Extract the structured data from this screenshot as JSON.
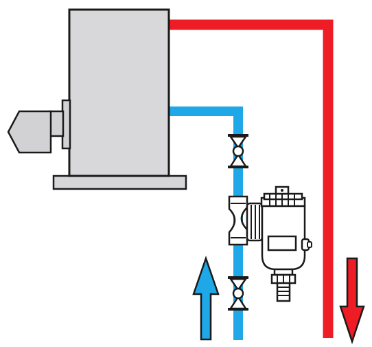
{
  "colors": {
    "background": "#ffffff",
    "outline": "#1a1a1a",
    "boiler_body": "#d8d8da",
    "boiler_base": "#d6d6d8",
    "burner": "#d2d2d4",
    "hot_pipe": "#ee1c25",
    "cold_pipe": "#1ea8e8",
    "valve_fill": "#ffffff",
    "filter_body": "#ffffff",
    "filter_window": "#ffffff",
    "filter_drain": "#ffffff"
  },
  "icons": {
    "burner": "burner-icon",
    "boiler": "boiler-icon",
    "valve": "ball-valve-icon",
    "filter": "magnetic-filter-icon",
    "flow_up": "arrow-up-icon",
    "flow_down": "arrow-down-icon"
  },
  "components": {
    "valves": [
      "upper-valve",
      "lower-valve"
    ],
    "arrows": [
      {
        "id": "flow-return",
        "direction": "up",
        "color_key": "cold_pipe"
      },
      {
        "id": "flow-supply",
        "direction": "down",
        "color_key": "hot_pipe"
      }
    ]
  }
}
